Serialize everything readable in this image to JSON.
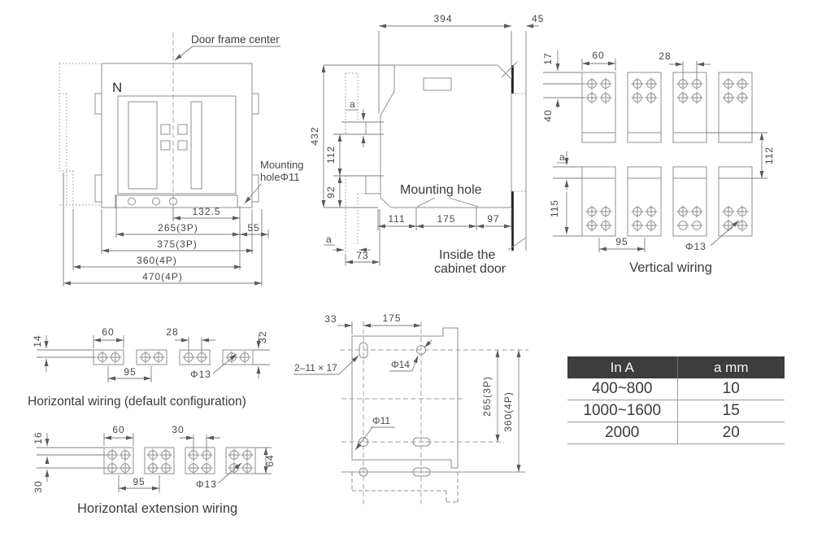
{
  "front_view": {
    "n": "N",
    "door_label": "Door frame center",
    "mounting_line1": "Mounting",
    "mounting_line2": "holeΦ11",
    "dims": {
      "d132_5": "132.5",
      "d265": "265(3P)",
      "d55": "55",
      "d375": "375(3P)",
      "d360": "360(4P)",
      "d470": "470(4P)"
    }
  },
  "side_view": {
    "labels": {
      "mounting_hole": "Mounting hole",
      "inside1": "Inside the",
      "inside2": "cabinet door"
    },
    "dims": {
      "d394": "394",
      "d45": "45",
      "d432": "432",
      "a_top": "a",
      "d112": "112",
      "d92": "92",
      "a_bottom": "a",
      "d73": "73",
      "d111": "111",
      "d175": "175",
      "d97": "97"
    }
  },
  "vertical_wiring": {
    "caption": "Vertical wiring",
    "dims": {
      "d17": "17",
      "d60": "60",
      "d28": "28",
      "d40": "40",
      "d112": "112",
      "a": "a",
      "d115": "115",
      "d95": "95",
      "phi13": "Φ13"
    }
  },
  "horizontal_wiring": {
    "caption": "Horizontal wiring (default configuration)",
    "dims": {
      "d14": "14",
      "d60": "60",
      "d28": "28",
      "d32": "32",
      "d95": "95",
      "phi13": "Φ13"
    }
  },
  "horizontal_extension": {
    "caption": "Horizontal extension wiring",
    "dims": {
      "d16": "16",
      "d60": "60",
      "d30_top": "30",
      "d30_left": "30",
      "d64": "64",
      "d95": "95",
      "phi13": "Φ13"
    }
  },
  "mounting_plate": {
    "dims": {
      "d33": "33",
      "d175": "175",
      "slot": "2–11 × 17",
      "phi14": "Φ14",
      "phi11": "Φ11",
      "d265": "265(3P)",
      "d360": "360(4P)"
    }
  },
  "table": {
    "headers": [
      "In  A",
      "a  mm"
    ],
    "rows": [
      [
        "400~800",
        "10"
      ],
      [
        "1000~1600",
        "15"
      ],
      [
        "2000",
        "20"
      ]
    ]
  }
}
